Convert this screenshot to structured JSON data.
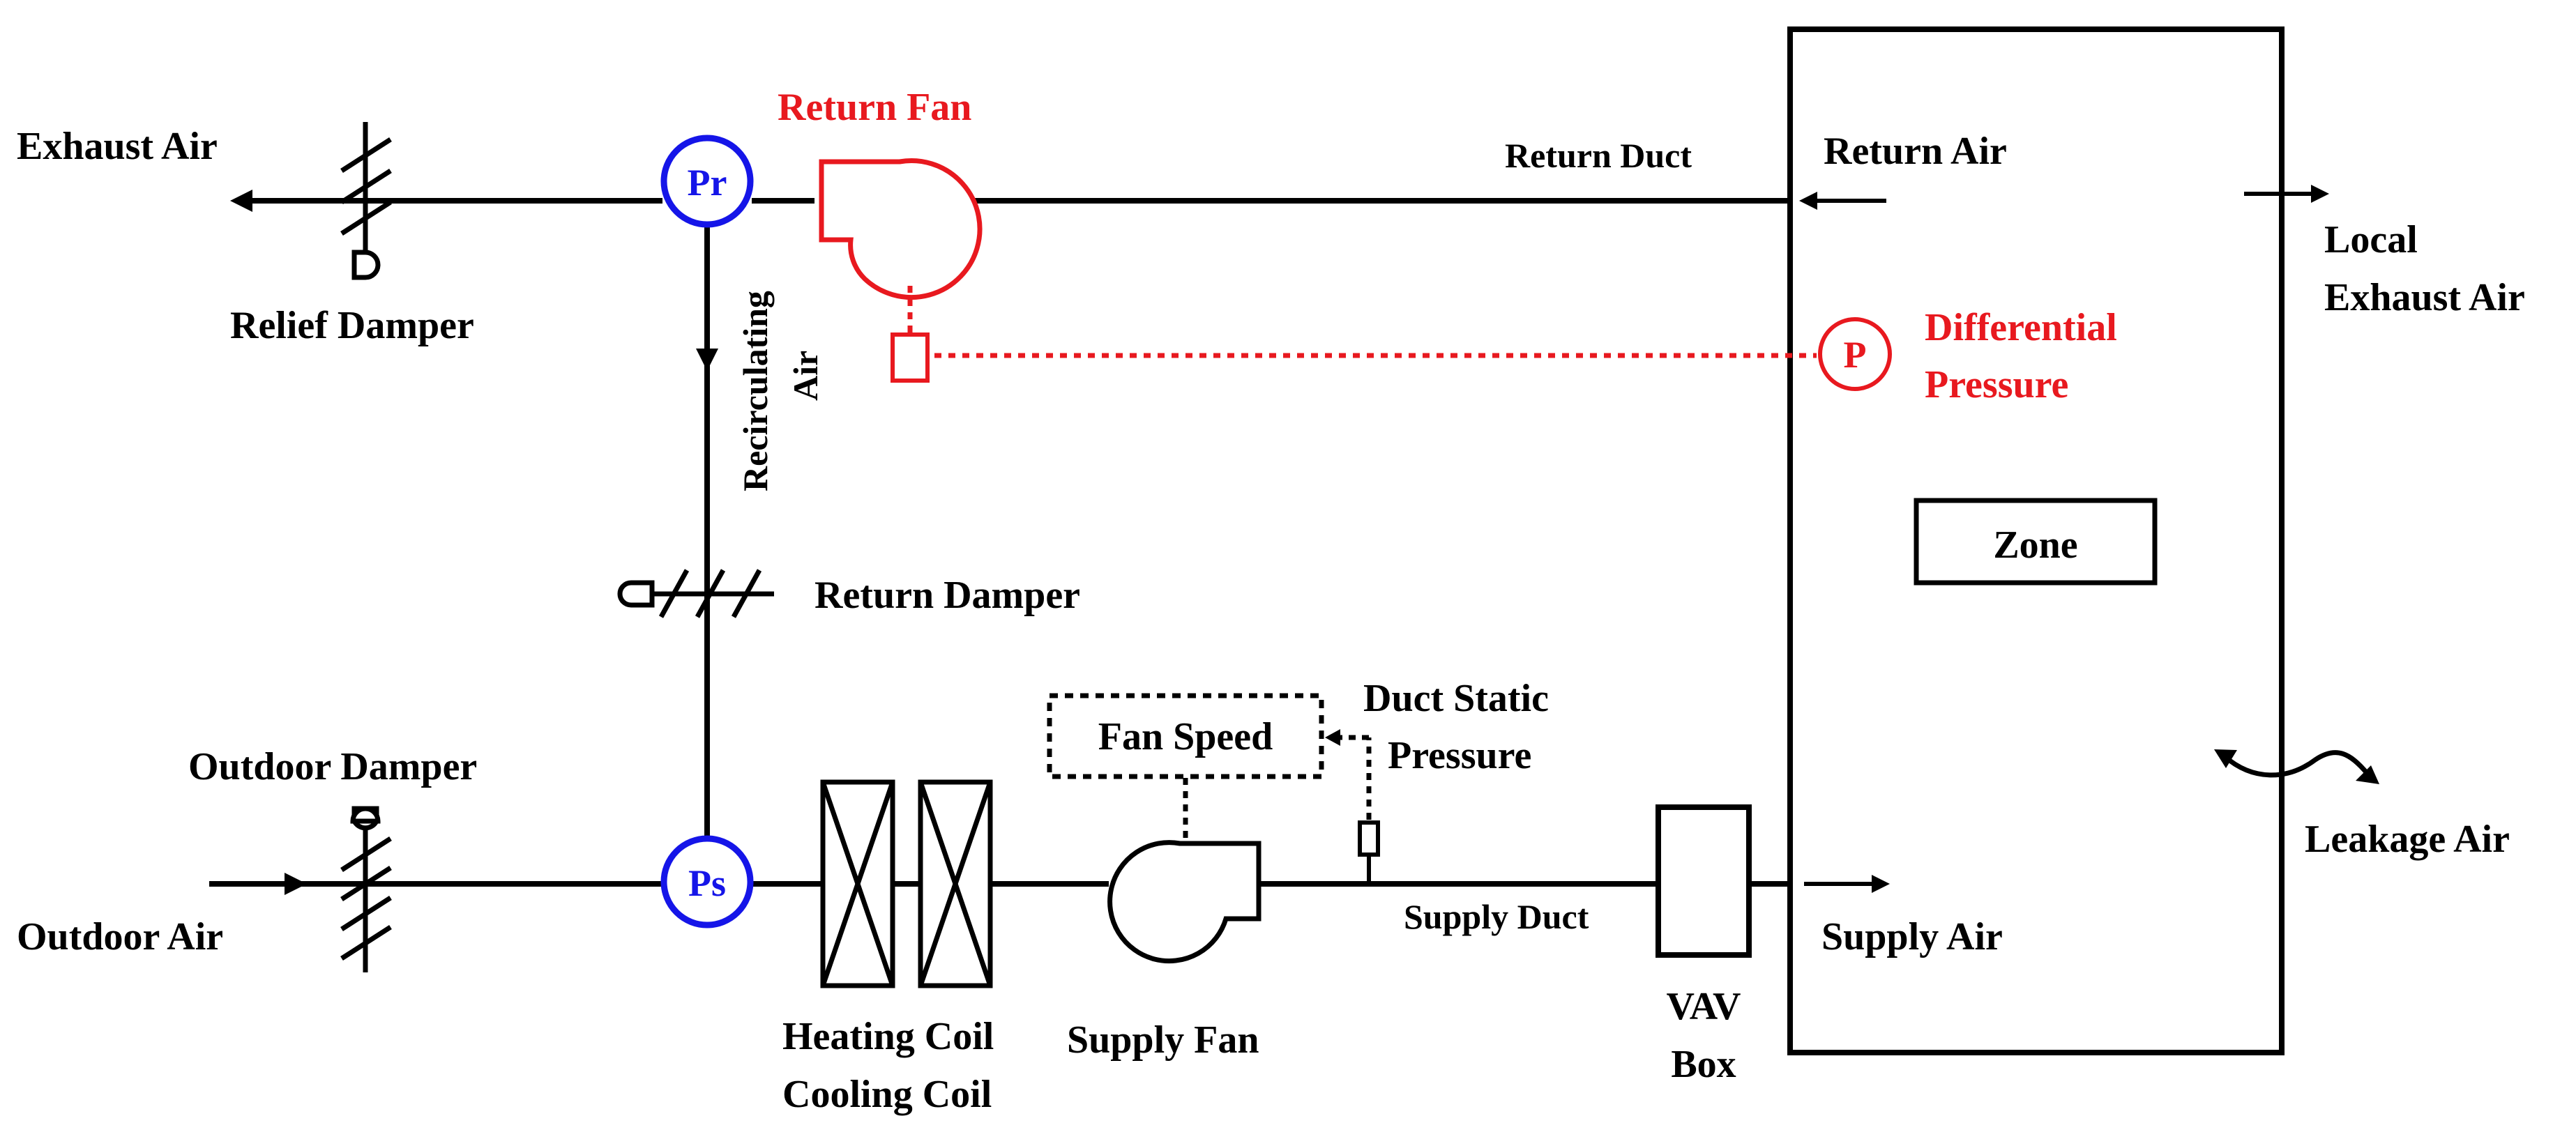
{
  "diagram": {
    "labels": {
      "exhaust_air": "Exhaust Air",
      "return_fan": "Return Fan",
      "return_duct": "Return Duct",
      "return_air": "Return Air",
      "local": "Local",
      "local_exhaust_air": "Exhaust Air",
      "relief_damper": "Relief Damper",
      "recirculating": "Recirculating",
      "air": "Air",
      "differential": "Differential",
      "pressure": "Pressure",
      "zone": "Zone",
      "return_damper": "Return Damper",
      "duct_static": "Duct Static",
      "duct_static_pressure": "Pressure",
      "fan_speed": "Fan Speed",
      "outdoor_damper": "Outdoor Damper",
      "leakage_air": "Leakage Air",
      "outdoor_air": "Outdoor Air",
      "supply_duct": "Supply Duct",
      "supply_air": "Supply Air",
      "vav": "VAV",
      "box": "Box",
      "heating_coil": "Heating Coil",
      "cooling_coil": "Cooling Coil",
      "supply_fan": "Supply Fan"
    },
    "sensors": {
      "pr": "Pr",
      "ps": "Ps",
      "p": "P"
    },
    "colors": {
      "line": "#000000",
      "red": "#e8191f",
      "blue": "#1515e8"
    }
  }
}
